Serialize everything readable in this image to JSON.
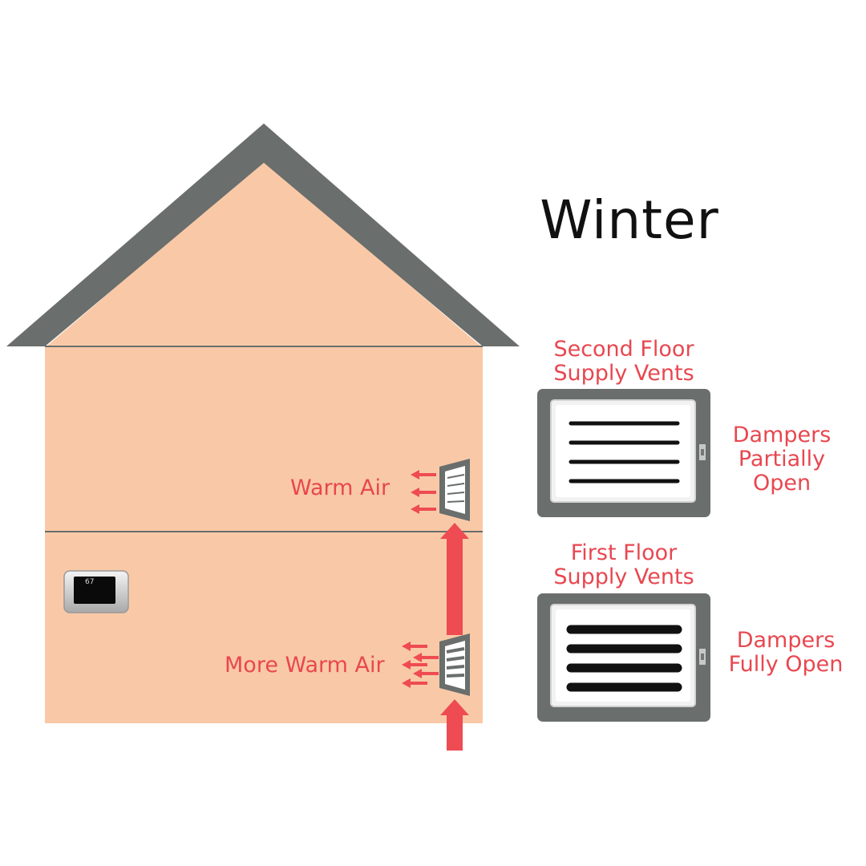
{
  "title": "Winter",
  "labels": {
    "warm_air": "Warm Air",
    "more_warm_air": "More Warm Air",
    "second_floor": [
      "Second Floor",
      "Supply Vents"
    ],
    "first_floor": [
      "First Floor",
      "Supply Vents"
    ],
    "dampers_partial": [
      "Dampers",
      "Partially",
      "Open"
    ],
    "dampers_full": [
      "Dampers",
      "Fully Open"
    ]
  },
  "thermostat": {
    "reading": "67"
  },
  "colors": {
    "wall": "#f9c9a7",
    "roof": "#6a6e6c",
    "accent_red": "#ee4b53",
    "vent_frame": "#6a6e6c",
    "slat": "#111111"
  }
}
